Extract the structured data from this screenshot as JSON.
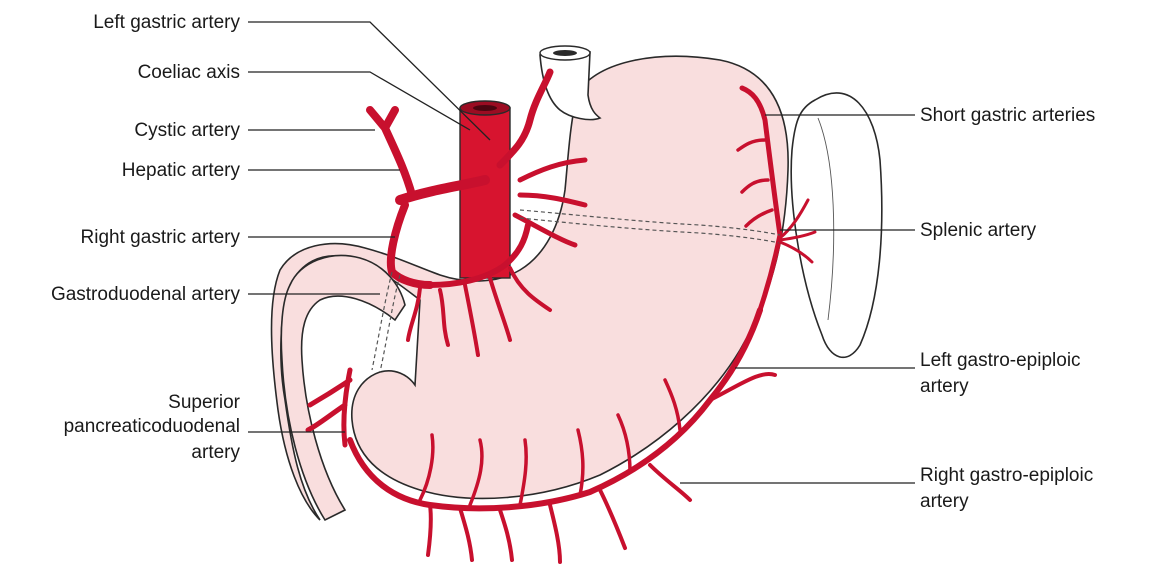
{
  "labels": {
    "left_gastric": "Left gastric artery",
    "coeliac_axis": "Coeliac axis",
    "cystic": "Cystic artery",
    "hepatic": "Hepatic artery",
    "right_gastric": "Right gastric artery",
    "gastroduodenal": "Gastroduodenal artery",
    "superior_pancreaticoduodenal": [
      "Superior",
      "pancreaticoduodenal",
      "artery"
    ],
    "short_gastric": "Short gastric arteries",
    "splenic": "Splenic artery",
    "left_gastro_epiploic": [
      "Left gastro-epiploic",
      "artery"
    ],
    "right_gastro_epiploic": [
      "Right gastro-epiploic",
      "artery"
    ]
  },
  "colors": {
    "artery": "#c8102e",
    "stomach_fill": "#f9dede",
    "spleen_fill": "#ffffff",
    "outline": "#2a2a2a"
  }
}
